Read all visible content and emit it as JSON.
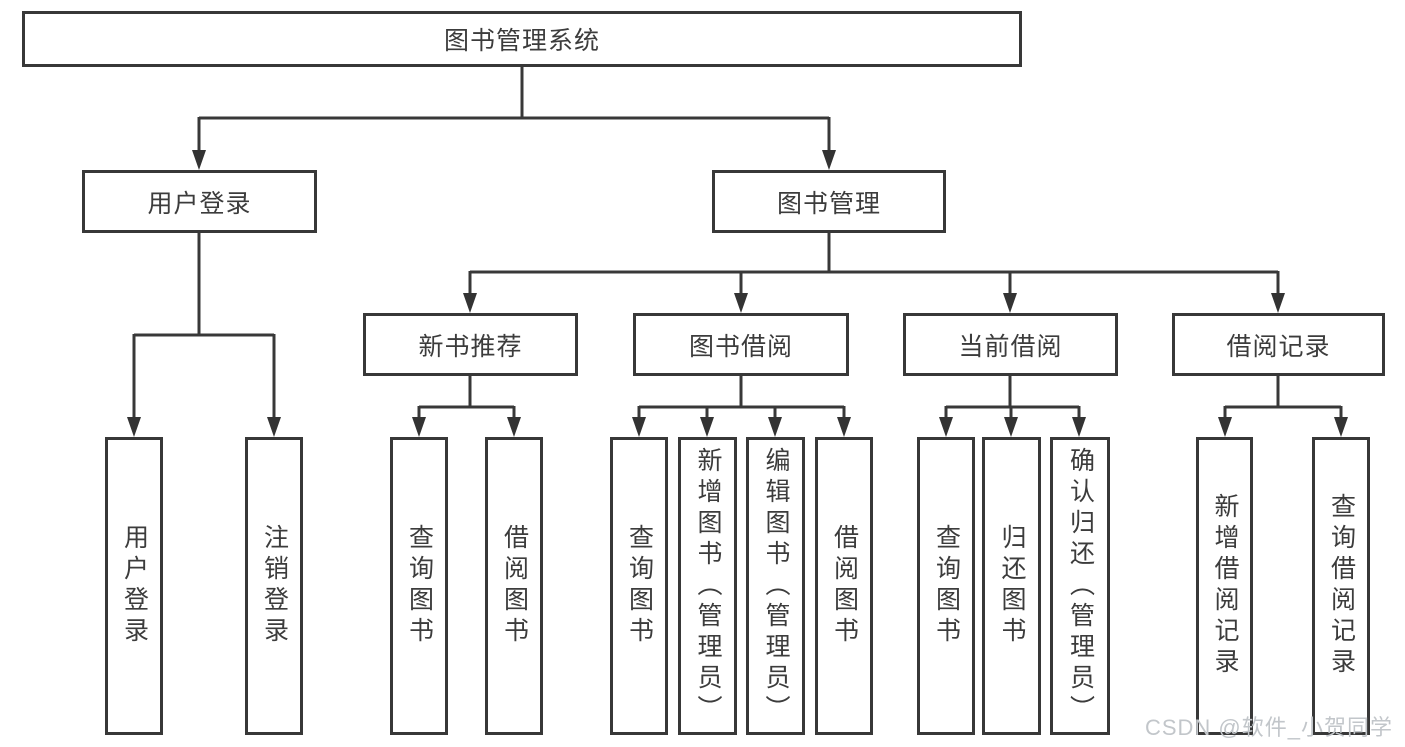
{
  "diagram_type": "functional-structure-tree",
  "tree": {
    "label": "图书管理系统",
    "children": [
      {
        "label": "用户登录",
        "children": [
          {
            "label": "用户登录"
          },
          {
            "label": "注销登录"
          }
        ]
      },
      {
        "label": "图书管理",
        "children": [
          {
            "label": "新书推荐",
            "children": [
              {
                "label": "查询图书"
              },
              {
                "label": "借阅图书"
              }
            ]
          },
          {
            "label": "图书借阅",
            "children": [
              {
                "label": "查询图书"
              },
              {
                "label": "新增图书（管理员）"
              },
              {
                "label": "编辑图书（管理员）"
              },
              {
                "label": "借阅图书"
              }
            ]
          },
          {
            "label": "当前借阅",
            "children": [
              {
                "label": "查询图书"
              },
              {
                "label": "归还图书"
              },
              {
                "label": "确认归还（管理员）"
              }
            ]
          },
          {
            "label": "借阅记录",
            "children": [
              {
                "label": "新增借阅记录"
              },
              {
                "label": "查询借阅记录"
              }
            ]
          }
        ]
      }
    ]
  },
  "watermark": "CSDN @软件_小贺同学",
  "colors": {
    "line": "#383838",
    "arrow": "#333333",
    "box_border": "#383838",
    "text": "#3c3c3c",
    "watermark": "#c2c6ca",
    "background": "#ffffff"
  }
}
